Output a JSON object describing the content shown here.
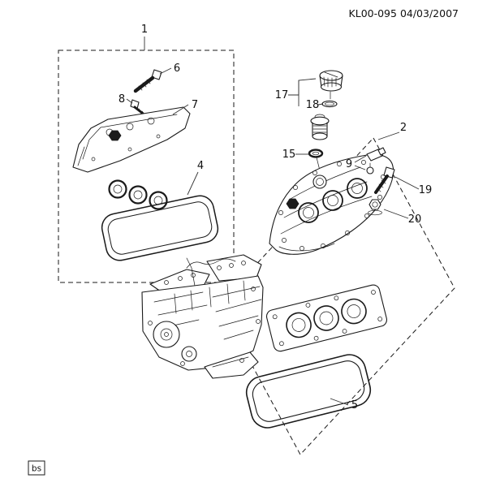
{
  "header": {
    "doc_ref": "KL00-095  04/03/2007"
  },
  "footer": {
    "initials": "bs"
  },
  "diagram": {
    "callouts": [
      {
        "label": "1"
      },
      {
        "label": "6"
      },
      {
        "label": "8"
      },
      {
        "label": "7"
      },
      {
        "label": "4"
      },
      {
        "label": "17"
      },
      {
        "label": "18"
      },
      {
        "label": "15"
      },
      {
        "label": "2"
      },
      {
        "label": "9"
      },
      {
        "label": "19"
      },
      {
        "label": "20"
      },
      {
        "label": "5"
      }
    ]
  }
}
